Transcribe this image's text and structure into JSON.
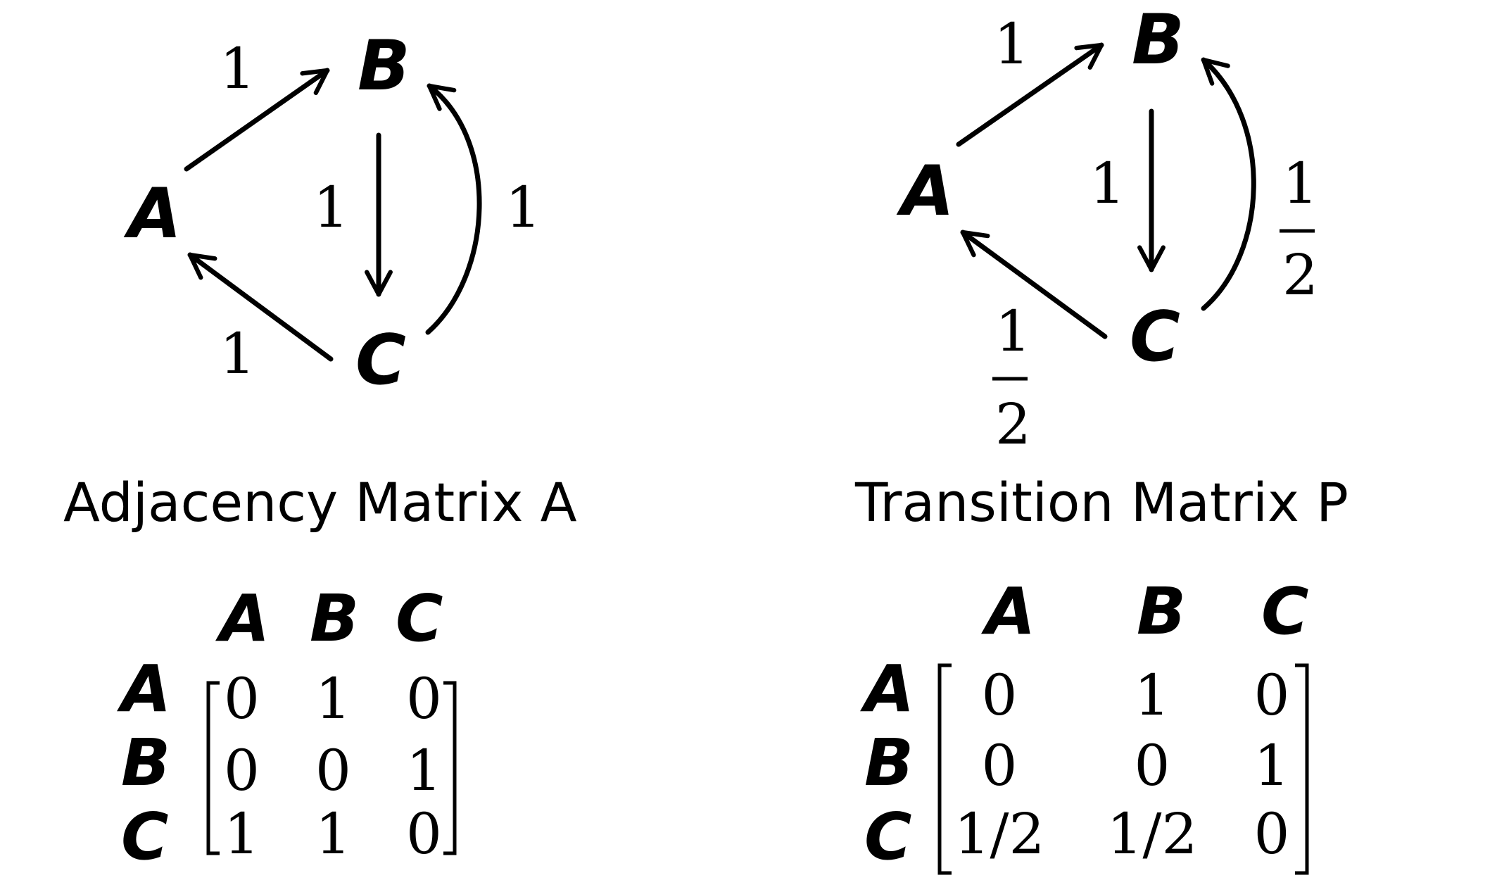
{
  "left_graph": {
    "nodes": [
      "A",
      "B",
      "C"
    ],
    "edges": [
      {
        "from": "A",
        "to": "B",
        "weight": "1"
      },
      {
        "from": "B",
        "to": "C",
        "weight": "1"
      },
      {
        "from": "C",
        "to": "B",
        "weight": "1"
      },
      {
        "from": "C",
        "to": "A",
        "weight": "1"
      }
    ]
  },
  "right_graph": {
    "nodes": [
      "A",
      "B",
      "C"
    ],
    "edges": [
      {
        "from": "A",
        "to": "B",
        "weight": "1"
      },
      {
        "from": "B",
        "to": "C",
        "weight": "1"
      },
      {
        "from": "C",
        "to": "B",
        "weight_num": "1",
        "weight_den": "2"
      },
      {
        "from": "C",
        "to": "A",
        "weight_num": "1",
        "weight_den": "2"
      }
    ]
  },
  "adjacency": {
    "title": "Adjacency Matrix A",
    "col_headers": [
      "A",
      "B",
      "C"
    ],
    "row_headers": [
      "A",
      "B",
      "C"
    ],
    "rows": [
      [
        "0",
        "1",
        "0"
      ],
      [
        "0",
        "0",
        "1"
      ],
      [
        "1",
        "1",
        "0"
      ]
    ]
  },
  "transition": {
    "title": "Transition Matrix P",
    "col_headers": [
      "A",
      "B",
      "C"
    ],
    "row_headers": [
      "A",
      "B",
      "C"
    ],
    "rows": [
      [
        "0",
        "1",
        "0"
      ],
      [
        "0",
        "0",
        "1"
      ],
      [
        "1/2",
        "1/2",
        "0"
      ]
    ]
  }
}
